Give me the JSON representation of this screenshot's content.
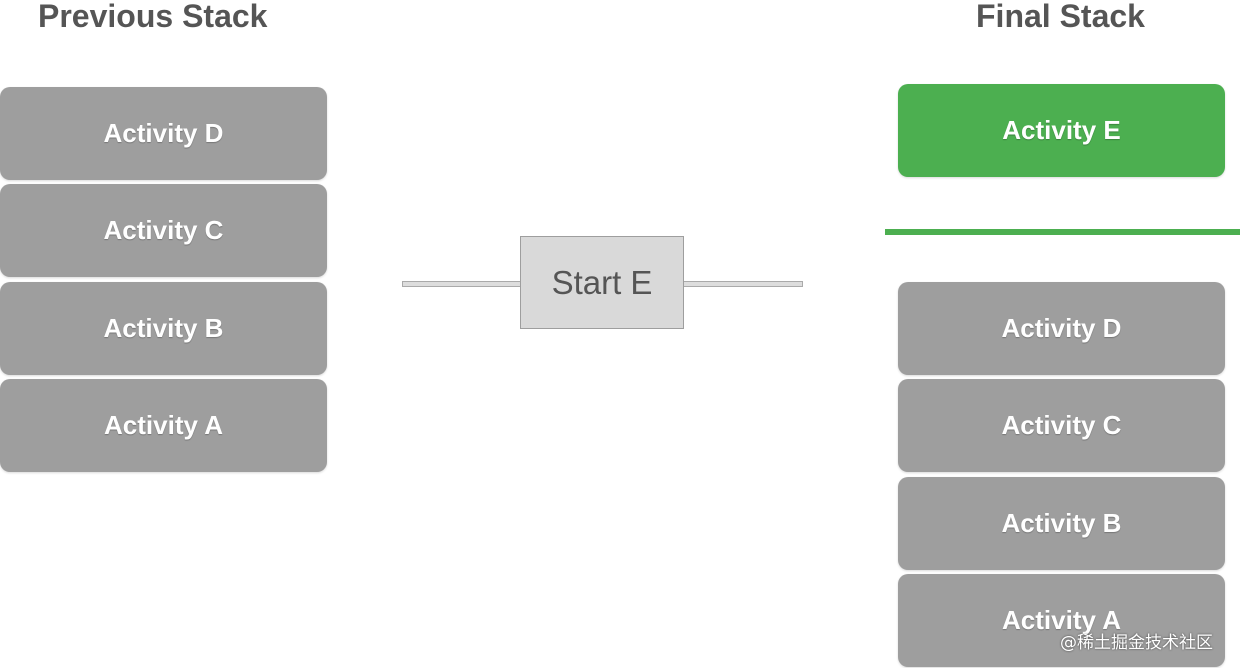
{
  "previous_stack": {
    "title": "Previous Stack",
    "items": [
      "Activity D",
      "Activity C",
      "Activity B",
      "Activity A"
    ]
  },
  "action": {
    "label": "Start E"
  },
  "final_stack": {
    "title": "Final Stack",
    "new_item": "Activity E",
    "items": [
      "Activity D",
      "Activity C",
      "Activity B",
      "Activity A"
    ]
  },
  "colors": {
    "inactive_card": "#9e9e9e",
    "new_card": "#4caf50",
    "divider": "#4caf50",
    "action_box": "#d9d9d9"
  },
  "watermark": "@稀土掘金技术社区"
}
